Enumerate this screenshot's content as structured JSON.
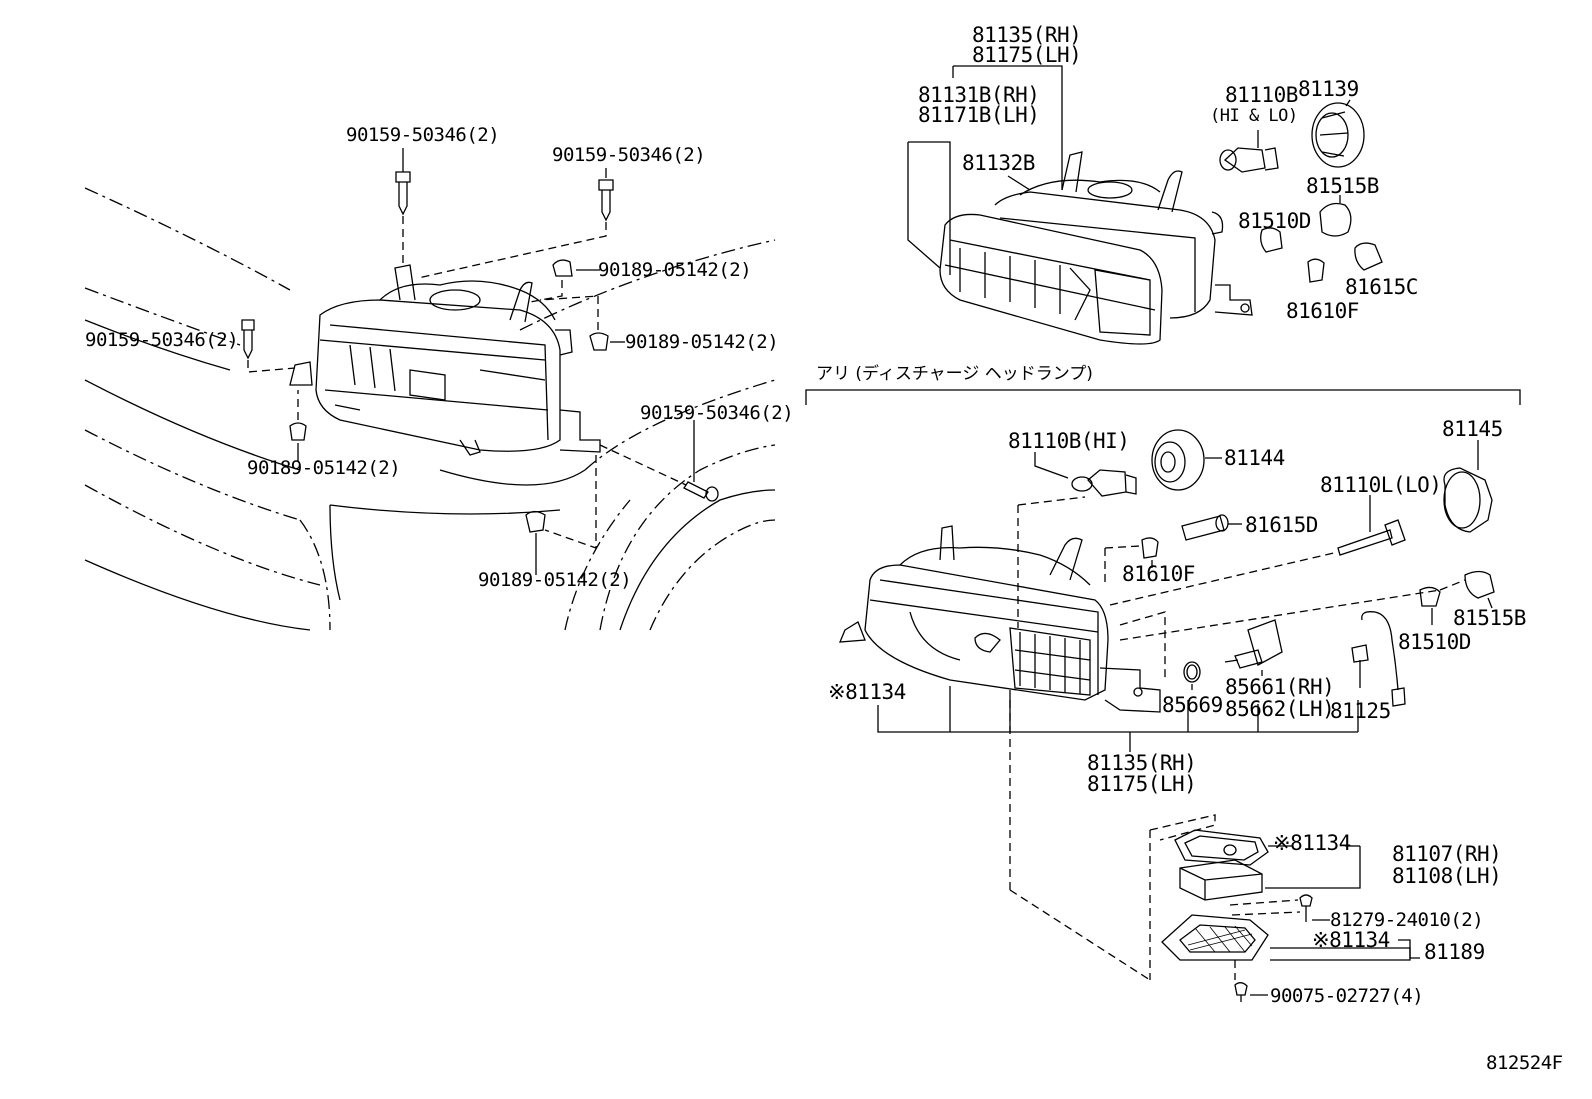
{
  "diagram_id": "812524F",
  "section_title": "アリ (ディスチャージ ヘッドランプ)",
  "labels": {
    "bolt_top1": "90159-50346(2)",
    "bolt_top2": "90159-50346(2)",
    "clip_top": "90189-05142(2)",
    "bolt_left": "90159-50346(2)",
    "clip_right": "90189-05142(2)",
    "clip_bottom_left": "90189-05142(2)",
    "bolt_right": "90159-50346(2)",
    "clip_bottom": "90189-05142(2)",
    "assy_rh_top": "81135(RH)",
    "assy_lh_top": "81175(LH)",
    "unit_rh": "81131B(RH)",
    "unit_lh": "81171B(LH)",
    "lens": "81132B",
    "bulb_hilo": "81110B",
    "bulb_hilo_note": "(HI & LO)",
    "cover_top": "81139",
    "socket_top": "81515B",
    "bulb_small_top": "81510D",
    "socket_c": "81615C",
    "bulb_f_top": "81610F",
    "bulb_hi": "81110B(HI)",
    "cover_81144": "81144",
    "cover_81145": "81145",
    "bulb_lo": "81110L(LO)",
    "socket_d": "81615D",
    "bulb_f": "81610F",
    "socket_b": "81515B",
    "bulb_d": "81510D",
    "gasket": "※81134",
    "oring": "85669",
    "act_rh": "85661(RH)",
    "act_lh": "85662(LH)",
    "wire": "81125",
    "assy_rh_bot": "81135(RH)",
    "assy_lh_bot": "81175(LH)",
    "gasket2": "※81134",
    "ballast_rh": "81107(RH)",
    "ballast_lh": "81108(LH)",
    "screw_ballast": "81279-24010(2)",
    "gasket3": "※81134",
    "cover_81189": "81189",
    "screw_bottom": "90075-02727(4)"
  },
  "colors": {
    "ink": "#000000",
    "background": "#ffffff"
  }
}
